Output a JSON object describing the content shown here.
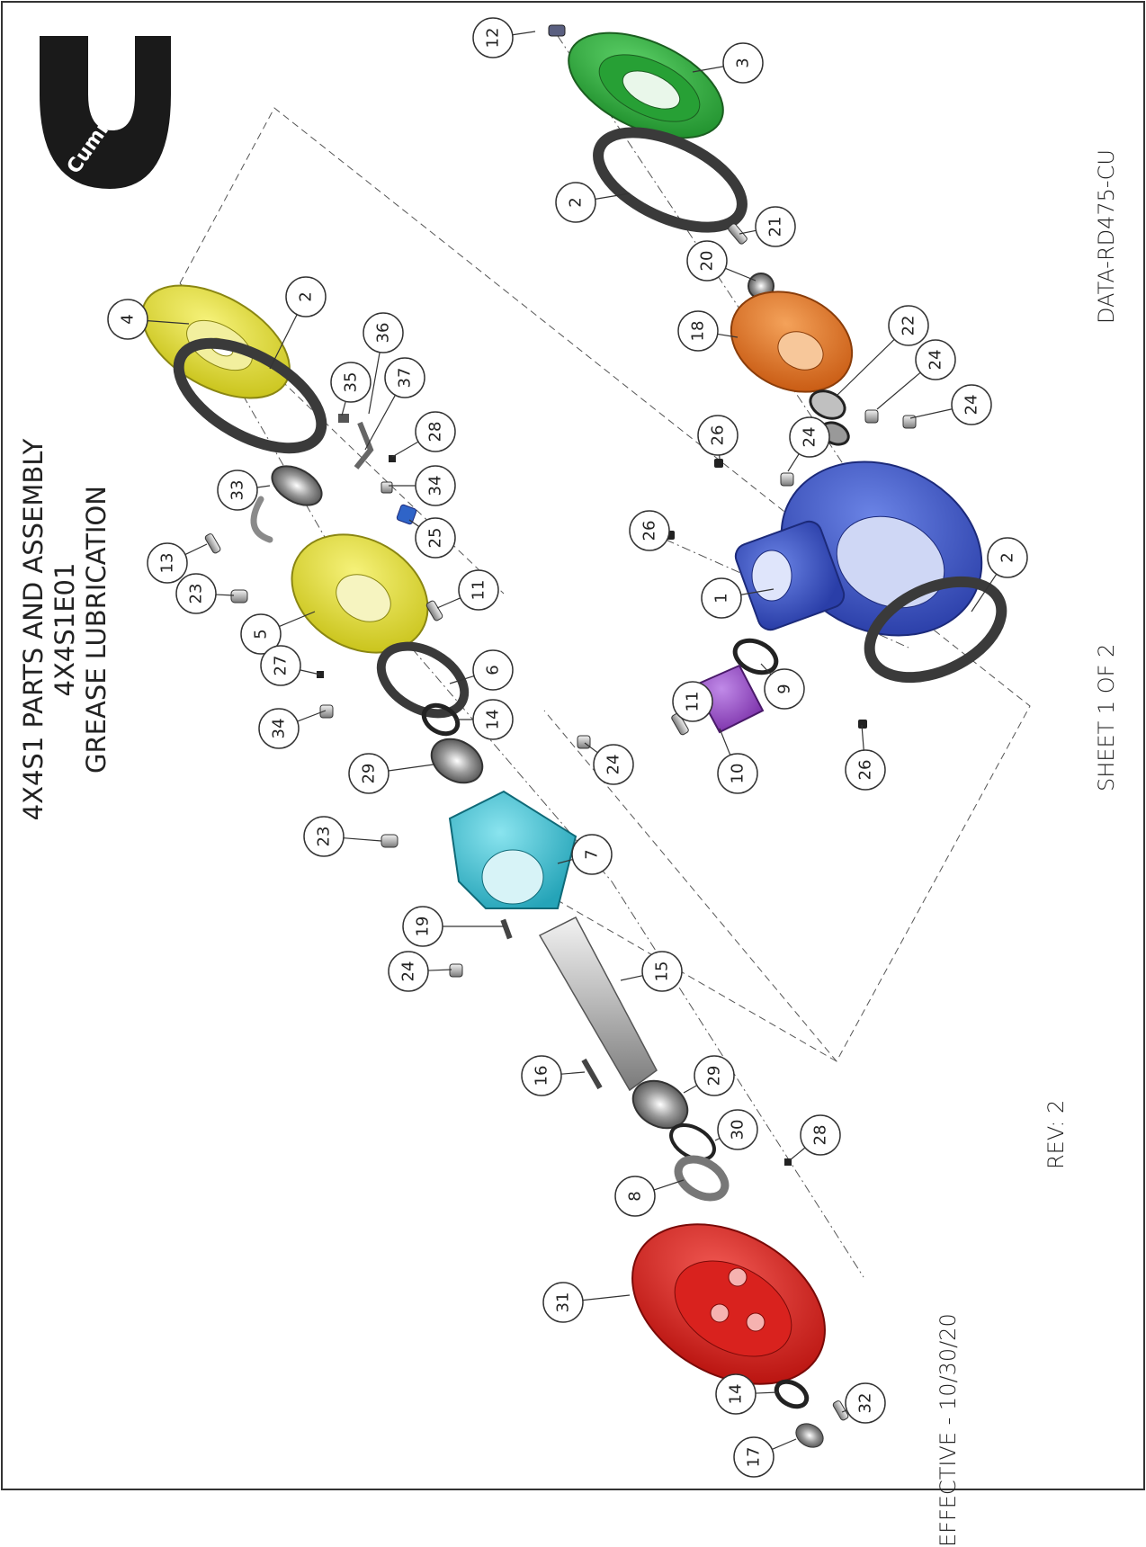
{
  "title": {
    "line1": "4X4S1 PARTS AND ASSEMBLY",
    "line2": "4X4S1E01",
    "line3": "GREASE LUBRICATION"
  },
  "logo": {
    "name": "Cummins",
    "icon": "cummins-logo-icon"
  },
  "footer": {
    "effective": "EFFECTIVE - 10/30/20",
    "rev": "REV: 2",
    "sheet": "SHEET 1 OF 2",
    "doc_id": "DATA-RD475-CU"
  },
  "balloons": [
    {
      "id": "b12",
      "label": "12"
    },
    {
      "id": "b3",
      "label": "3"
    },
    {
      "id": "b2a",
      "label": "2"
    },
    {
      "id": "b21",
      "label": "21"
    },
    {
      "id": "b20",
      "label": "20"
    },
    {
      "id": "b18",
      "label": "18"
    },
    {
      "id": "b22",
      "label": "22"
    },
    {
      "id": "b24a",
      "label": "24"
    },
    {
      "id": "b24b",
      "label": "24"
    },
    {
      "id": "b24c",
      "label": "24"
    },
    {
      "id": "b26a",
      "label": "26"
    },
    {
      "id": "b26b",
      "label": "26"
    },
    {
      "id": "b1",
      "label": "1"
    },
    {
      "id": "b2b",
      "label": "2"
    },
    {
      "id": "b9",
      "label": "9"
    },
    {
      "id": "b11a",
      "label": "11"
    },
    {
      "id": "b10",
      "label": "10"
    },
    {
      "id": "b26c",
      "label": "26"
    },
    {
      "id": "b4",
      "label": "4"
    },
    {
      "id": "b2c",
      "label": "2"
    },
    {
      "id": "b36",
      "label": "36"
    },
    {
      "id": "b35",
      "label": "35"
    },
    {
      "id": "b37",
      "label": "37"
    },
    {
      "id": "b33",
      "label": "33"
    },
    {
      "id": "b28a",
      "label": "28"
    },
    {
      "id": "b34a",
      "label": "34"
    },
    {
      "id": "b13",
      "label": "13"
    },
    {
      "id": "b25",
      "label": "25"
    },
    {
      "id": "b23a",
      "label": "23"
    },
    {
      "id": "b11b",
      "label": "11"
    },
    {
      "id": "b5",
      "label": "5"
    },
    {
      "id": "b27",
      "label": "27"
    },
    {
      "id": "b6",
      "label": "6"
    },
    {
      "id": "b34b",
      "label": "34"
    },
    {
      "id": "b14a",
      "label": "14"
    },
    {
      "id": "b29a",
      "label": "29"
    },
    {
      "id": "b24d",
      "label": "24"
    },
    {
      "id": "b23b",
      "label": "23"
    },
    {
      "id": "b7",
      "label": "7"
    },
    {
      "id": "b19",
      "label": "19"
    },
    {
      "id": "b24e",
      "label": "24"
    },
    {
      "id": "b15",
      "label": "15"
    },
    {
      "id": "b16",
      "label": "16"
    },
    {
      "id": "b29b",
      "label": "29"
    },
    {
      "id": "b30",
      "label": "30"
    },
    {
      "id": "b8",
      "label": "8"
    },
    {
      "id": "b28b",
      "label": "28"
    },
    {
      "id": "b31",
      "label": "31"
    },
    {
      "id": "b14b",
      "label": "14"
    },
    {
      "id": "b32",
      "label": "32"
    },
    {
      "id": "b17",
      "label": "17"
    }
  ],
  "parts": [
    {
      "id": "part-1",
      "color": "#3a54c9"
    },
    {
      "id": "part-3",
      "color": "#2fb53f"
    },
    {
      "id": "part-4",
      "color": "#e6e02a"
    },
    {
      "id": "part-5",
      "color": "#e6e02a"
    },
    {
      "id": "part-7",
      "color": "#3fc5d8"
    },
    {
      "id": "part-10",
      "color": "#9a4fc4"
    },
    {
      "id": "part-18",
      "color": "#e8782a"
    },
    {
      "id": "part-25",
      "color": "#2f64c8"
    },
    {
      "id": "part-31",
      "color": "#e0231f"
    }
  ]
}
